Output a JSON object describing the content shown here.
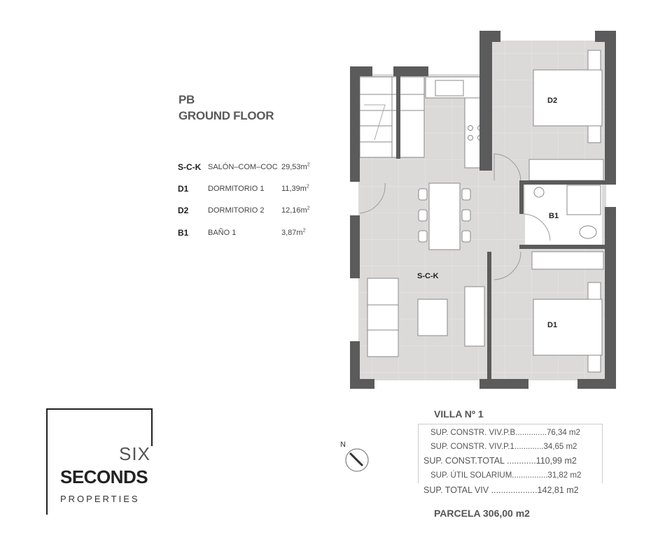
{
  "heading": {
    "line1": "PB",
    "line2": "GROUND FLOOR"
  },
  "legend": [
    {
      "code": "S-C-K",
      "name": "SALÓN–COM–COC",
      "area": "29,53m",
      "unit_sup": "2"
    },
    {
      "code": "D1",
      "name": "DORMITORIO  1",
      "area": "11,39m",
      "unit_sup": "2"
    },
    {
      "code": "D2",
      "name": "DORMITORIO  2",
      "area": "12,16m",
      "unit_sup": "2"
    },
    {
      "code": "B1",
      "name": "BAÑO  1",
      "area": "3,87m",
      "unit_sup": "2"
    }
  ],
  "rooms": {
    "sck": "S-C-K",
    "d1": "D1",
    "d2": "D2",
    "b1": "B1"
  },
  "villa": {
    "title": "VILLA Nº 1",
    "rows": [
      "SUP. CONSTR. VIV.P.B..............76,34 m2",
      "SUP. CONSTR. VIV.P.1.............34,65 m2",
      "SUP. CONST.TOTAL ............110,99 m2",
      "SUP. ÚTIL SOLARIUM................31,82 m2",
      "SUP. TOTAL VIV ...................142,81 m2"
    ],
    "parcela": "PARCELA 306,00 m2"
  },
  "compass": {
    "label": "N"
  },
  "logo": {
    "six": "SIX",
    "seconds": "SECONDS",
    "properties": "PROPERTIES"
  },
  "colors": {
    "wall": "#5b5b5b",
    "floor": "#dcd9d9",
    "text": "#555555"
  }
}
